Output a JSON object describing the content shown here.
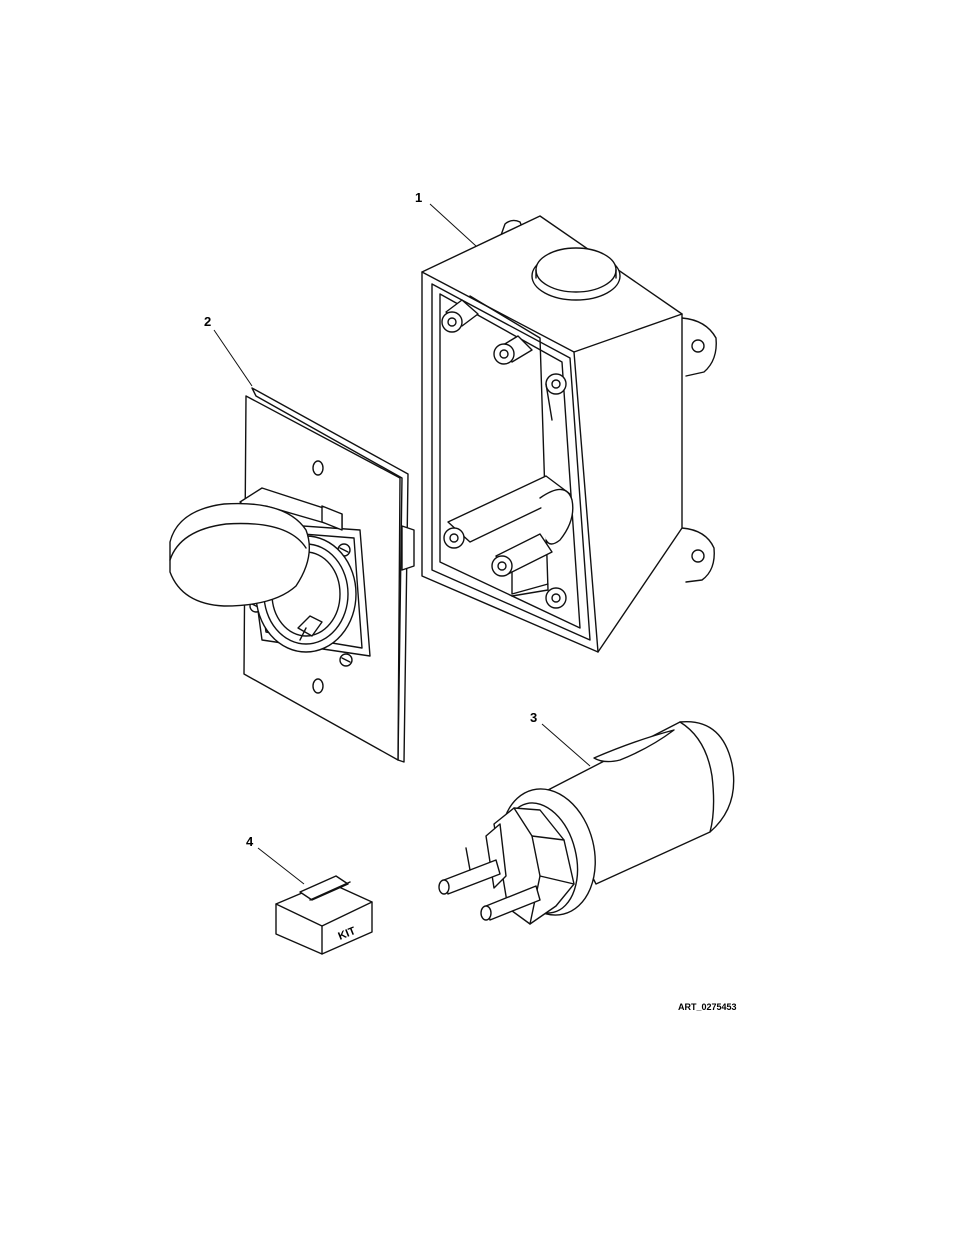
{
  "callouts": {
    "item1": "1",
    "item2": "2",
    "item3": "3",
    "item4": "4"
  },
  "kit_box_label": "KIT",
  "art_number": "ART_0275453",
  "colors": {
    "line": "#111111",
    "background": "#ffffff"
  }
}
